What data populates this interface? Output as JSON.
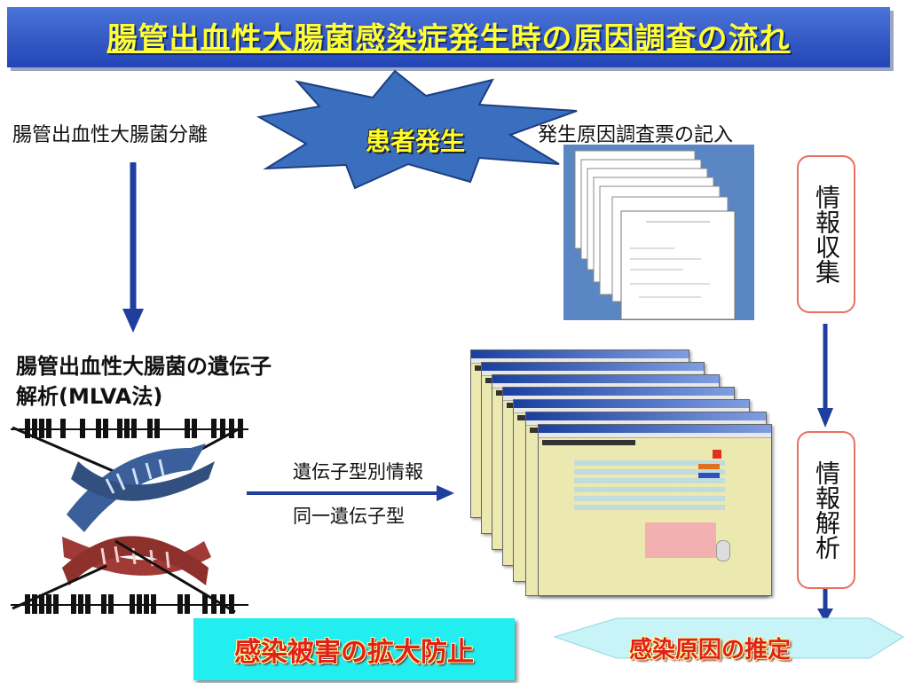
{
  "title": "腸管出血性大腸菌感染症発生時の原因調査の流れ",
  "star_label": "患者発生",
  "left_top_label": "腸管出血性大腸菌分離",
  "survey_label": "発生原因調査票の記入",
  "gene_analysis_label": "腸管出血性大腸菌の遺伝子解析(MLVA法)",
  "arrow_label_1": "遺伝子型別情報",
  "arrow_label_2": "同一遺伝子型",
  "info_collect_label": "情報収集",
  "info_analysis_label": "情報解析",
  "prevention_label": "感染被害の拡大防止",
  "estimate_label": "感染原因の推定",
  "colors": {
    "title_bg": "#2f55c8",
    "title_text": "#ffff33",
    "arrow_blue": "#1f3f9e",
    "star_blue": "#3a6fc0",
    "prevention_bg": "#22eef0",
    "dna_blue": "#3a5f9a",
    "dna_red": "#a03a36"
  }
}
